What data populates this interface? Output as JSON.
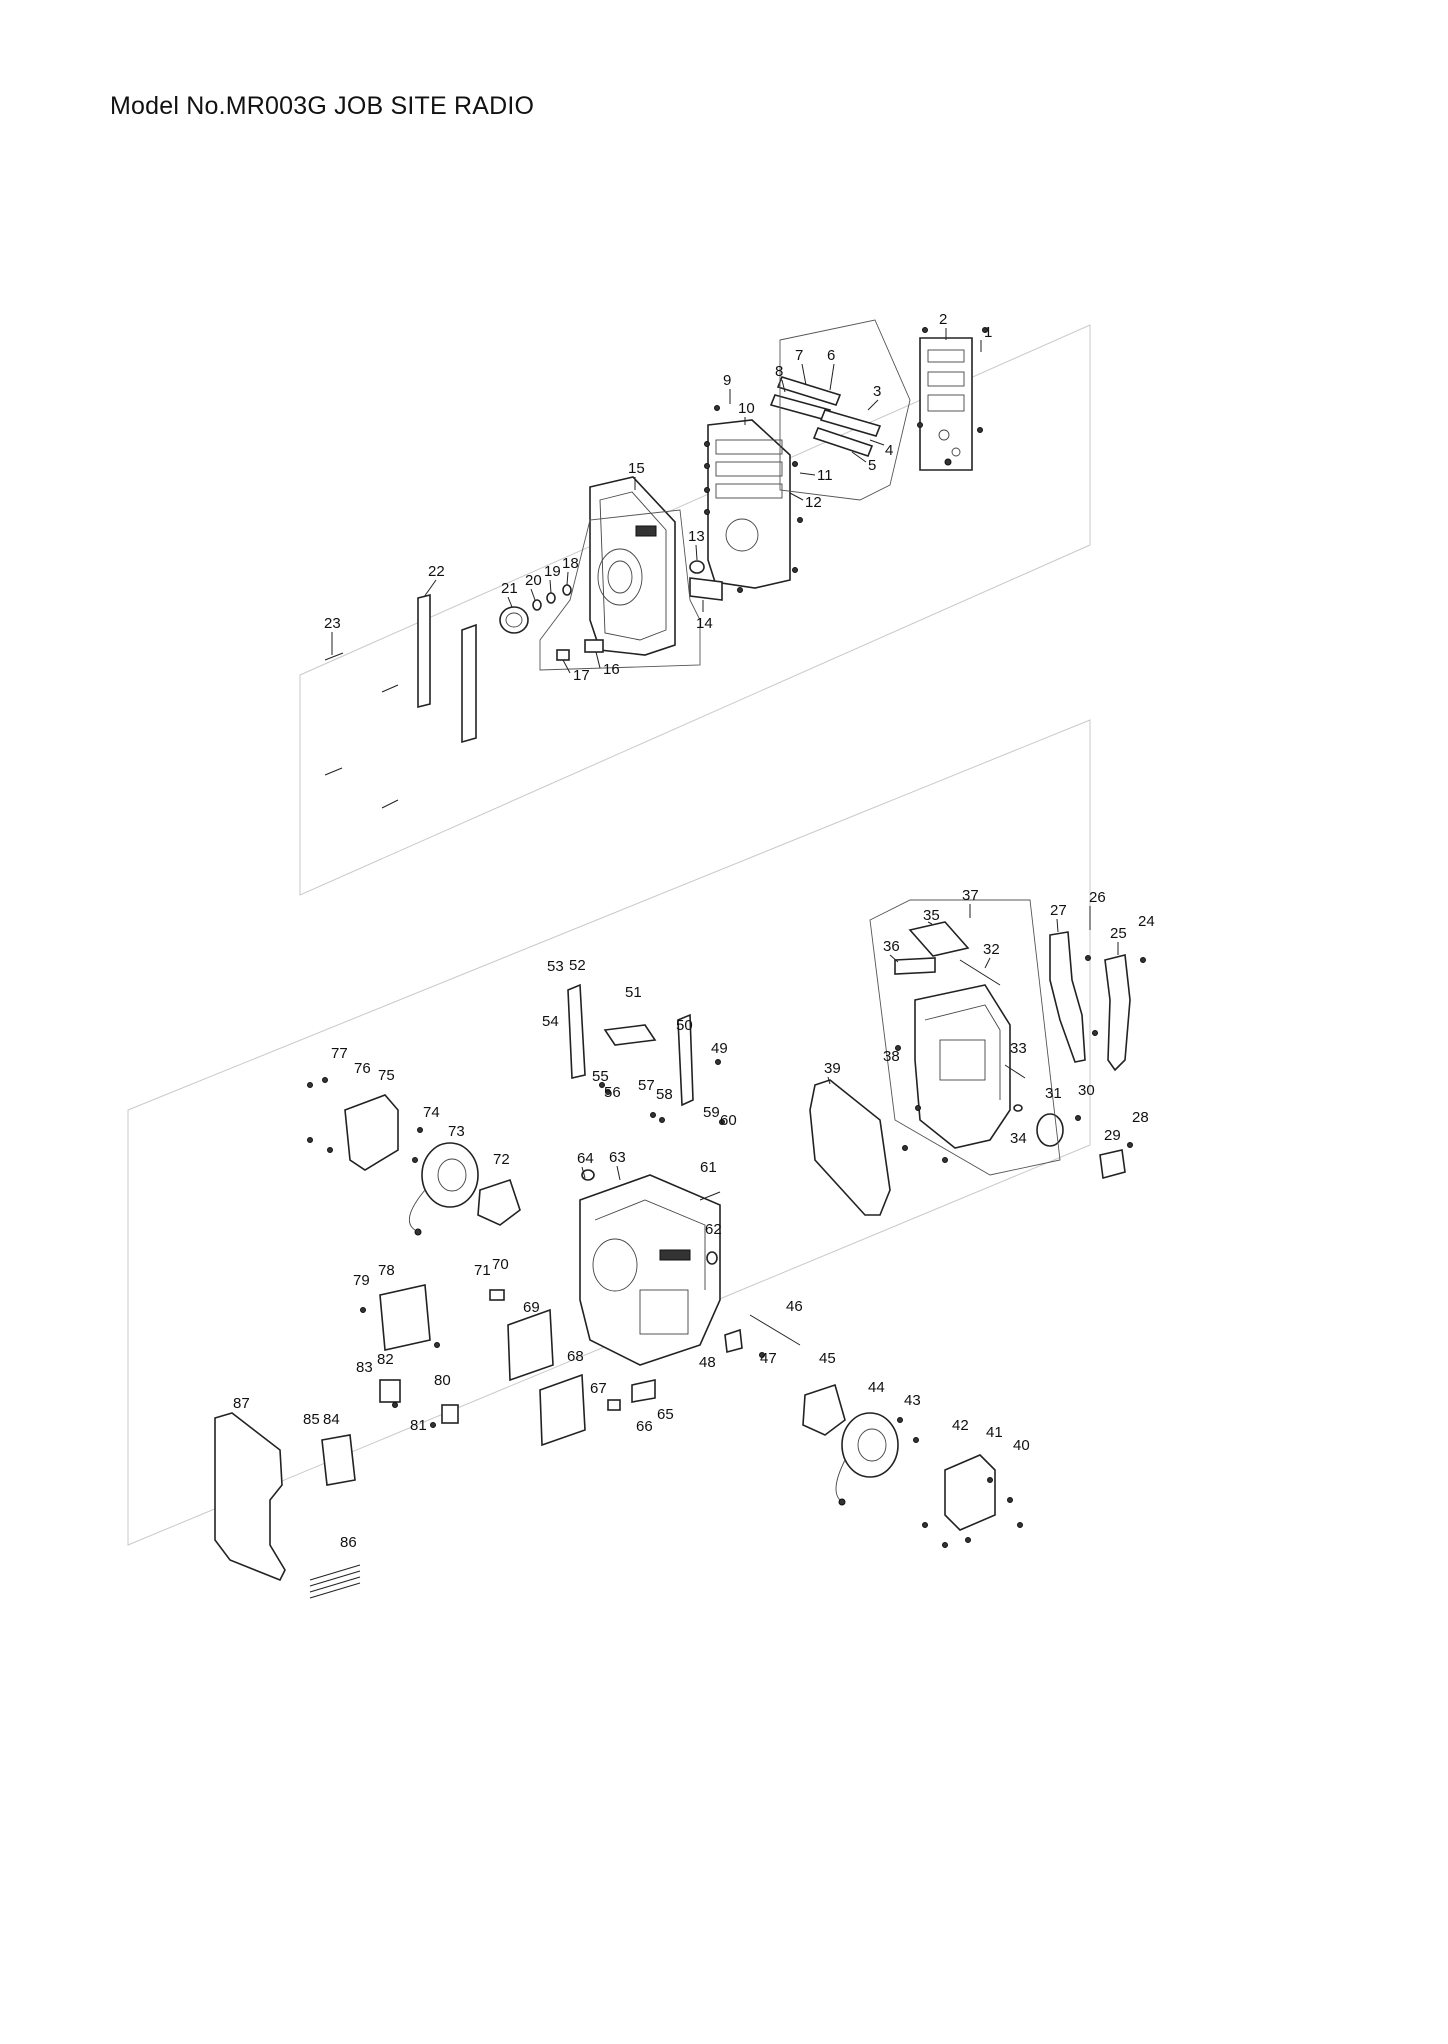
{
  "header": {
    "title": "Model No.MR003G JOB SITE RADIO"
  },
  "callouts": [
    "1",
    "2",
    "3",
    "4",
    "5",
    "6",
    "7",
    "8",
    "9",
    "10",
    "11",
    "12",
    "13",
    "14",
    "15",
    "16",
    "17",
    "18",
    "19",
    "20",
    "21",
    "22",
    "23",
    "24",
    "25",
    "26",
    "27",
    "28",
    "29",
    "30",
    "31",
    "32",
    "33",
    "34",
    "35",
    "36",
    "37",
    "38",
    "39",
    "40",
    "41",
    "42",
    "43",
    "44",
    "45",
    "46",
    "47",
    "48",
    "49",
    "50",
    "51",
    "52",
    "53",
    "54",
    "55",
    "56",
    "57",
    "58",
    "59",
    "60",
    "61",
    "62",
    "63",
    "64",
    "65",
    "66",
    "67",
    "68",
    "69",
    "70",
    "71",
    "72",
    "73",
    "74",
    "75",
    "76",
    "77",
    "78",
    "79",
    "80",
    "81",
    "82",
    "83",
    "84",
    "85",
    "86",
    "87"
  ]
}
